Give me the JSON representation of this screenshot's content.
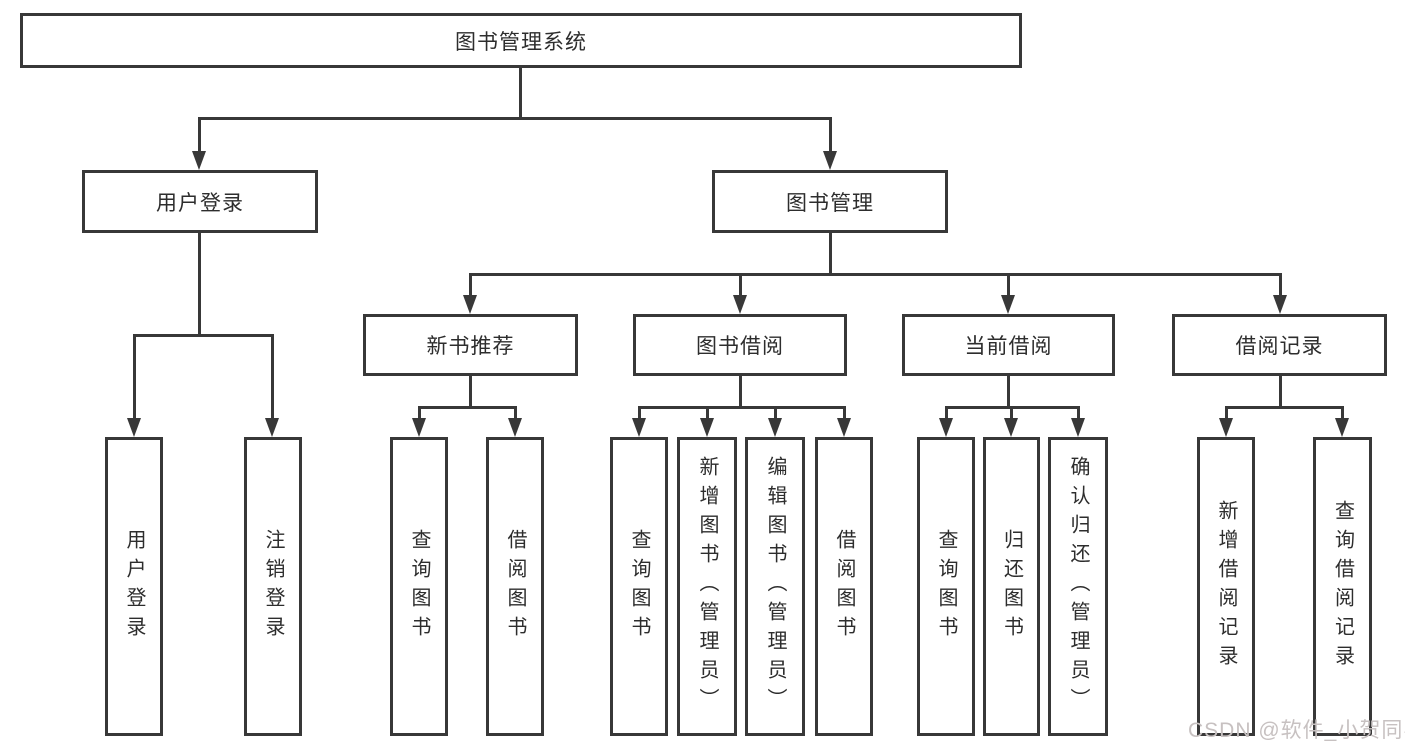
{
  "diagram_title": "图书管理系统",
  "watermark": {
    "text": "CSDN @软件_小贺同学"
  },
  "colors": {
    "background": "#ffffff",
    "box_fill": "#ffffff",
    "box_border": "#383838",
    "line": "#383838",
    "text": "#2d2d2d",
    "watermark": "#c7c1c1"
  },
  "tree": {
    "label": "图书管理系统",
    "children": [
      {
        "label": "用户登录",
        "children": [
          {
            "label": "用户登录"
          },
          {
            "label": "注销登录"
          }
        ]
      },
      {
        "label": "图书管理",
        "children": [
          {
            "label": "新书推荐",
            "children": [
              {
                "label": "查询图书"
              },
              {
                "label": "借阅图书"
              }
            ]
          },
          {
            "label": "图书借阅",
            "children": [
              {
                "label": "查询图书"
              },
              {
                "label": "新增图书（管理员）"
              },
              {
                "label": "编辑图书（管理员）"
              },
              {
                "label": "借阅图书"
              }
            ]
          },
          {
            "label": "当前借阅",
            "children": [
              {
                "label": "查询图书"
              },
              {
                "label": "归还图书"
              },
              {
                "label": "确认归还（管理员）"
              }
            ]
          },
          {
            "label": "借阅记录",
            "children": [
              {
                "label": "新增借阅记录"
              },
              {
                "label": "查询借阅记录"
              }
            ]
          }
        ]
      }
    ]
  }
}
